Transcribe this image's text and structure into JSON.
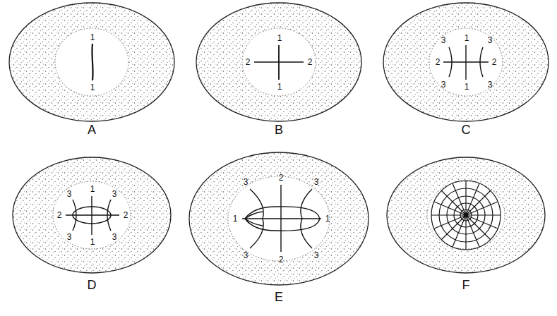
{
  "diagram": {
    "labels": [
      "1",
      "1",
      "A",
      "1",
      "2",
      "2",
      "1",
      "B",
      "3",
      "1",
      "3",
      "2",
      "2",
      "3",
      "1",
      "3",
      "C",
      "1",
      "3",
      "3",
      "2",
      "2",
      "3",
      "3",
      "1",
      "D",
      "3",
      "2",
      "3",
      "1",
      "1",
      "3",
      "2",
      "3",
      "E",
      "F"
    ]
  }
}
